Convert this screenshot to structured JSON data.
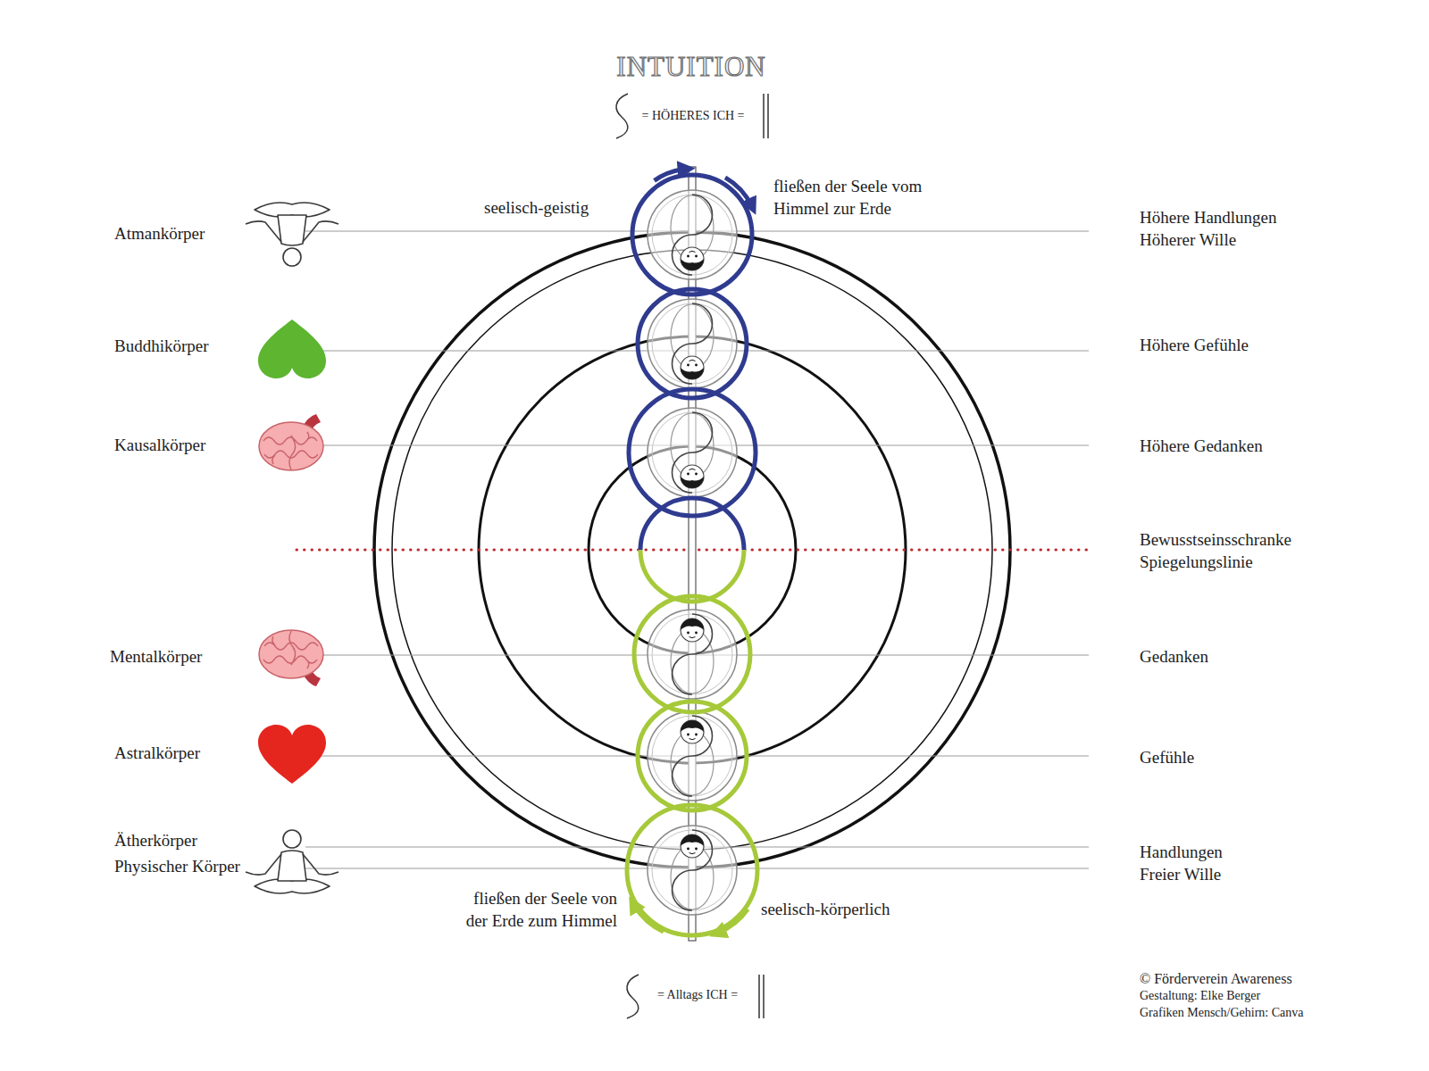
{
  "diagram": {
    "title": "INTUITION",
    "labels": [
      "= HÖHERES ICH =",
      "seelisch-geistig",
      "fließen der Seele vom Himmel zur Erde",
      "Atmankörper",
      "Höhere Handlungen Höherer Wille",
      "Buddhikörper",
      "Höhere Gefühle",
      "Kausalkörper",
      "Höhere Gedanken",
      "Bewusstseinsschranke Spiegelungslinie",
      "Mentalkörper",
      "Gedanken",
      "Astralkörper",
      "Gefühle",
      "Ätherkörper",
      "Physischer Körper",
      "Handlungen Freier Wille",
      "fließen der Seele von der Erde zum Himmel",
      "seelisch-körperlich",
      "= Alltags ICH =",
      "© Förderverein Awareness",
      "Gestaltung: Elke Berger",
      "Grafiken Mensch/Gehirn: Canva"
    ]
  }
}
